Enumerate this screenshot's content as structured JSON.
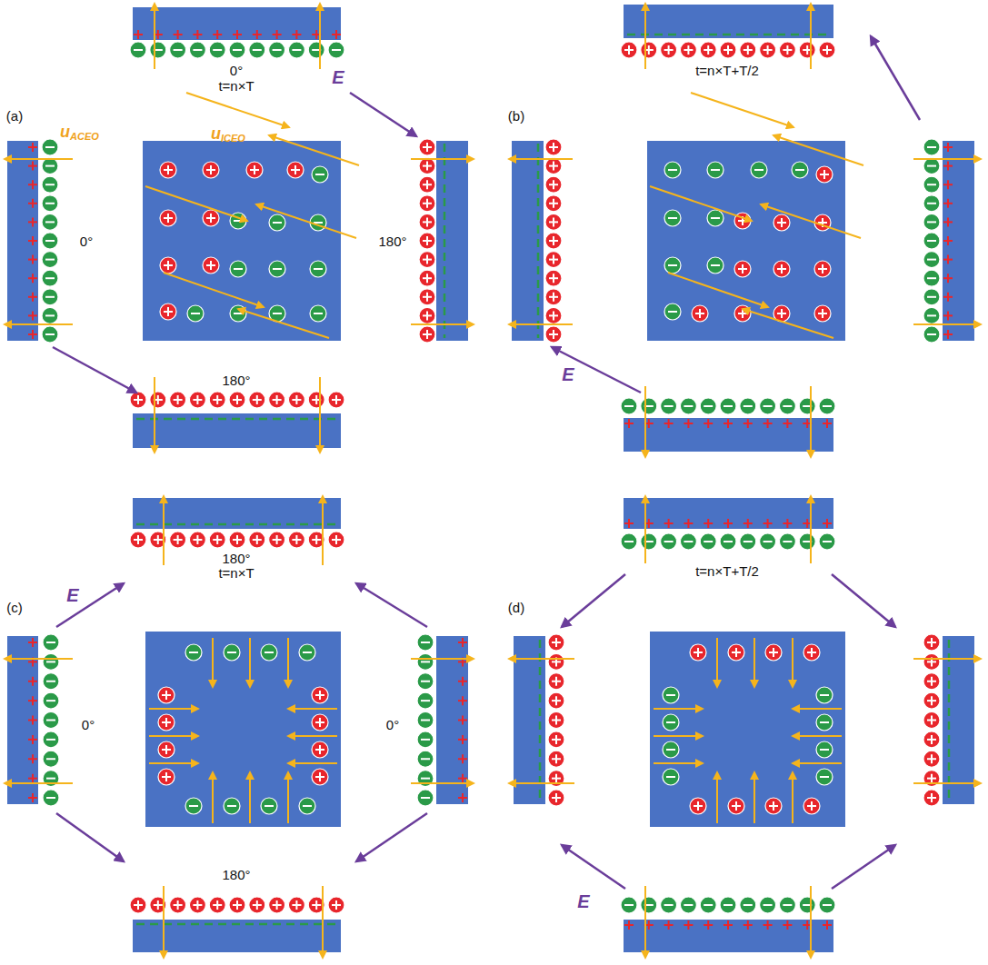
{
  "diagram": {
    "labels": [
      "0°",
      "t=n×T",
      "E",
      "(a)",
      "u",
      "ACEO",
      "0°",
      "u",
      "ICEO",
      "180°",
      "180°",
      "t=n×T+T/2",
      "(b)",
      "E",
      "180°",
      "t=n×T",
      "(c)",
      "E",
      "0°",
      "0°",
      "180°",
      "t=n×T+T/2",
      "(d)",
      "E"
    ]
  }
}
